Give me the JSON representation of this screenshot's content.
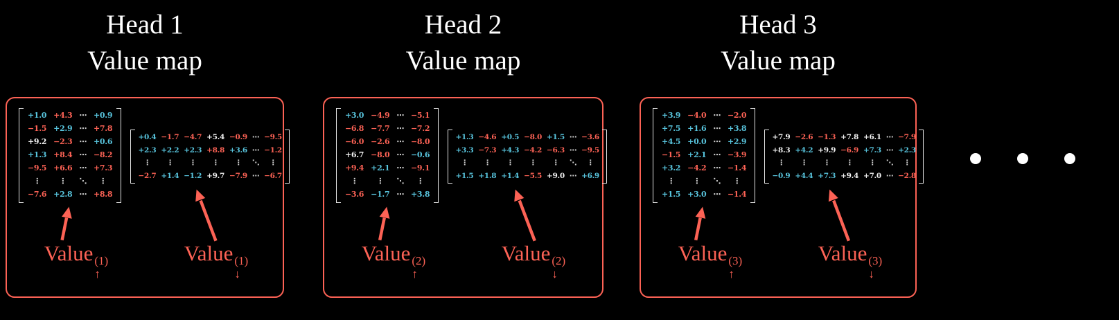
{
  "colors": {
    "background": "#000000",
    "panel_border": "#FC6255",
    "title_text": "#FFFFFF",
    "entry_blue": "#58C4DD",
    "entry_red": "#FC6255",
    "entry_white": "#F2F2F2",
    "matrix_dots": "#CFCFCF",
    "bracket": "#E6E6E6",
    "label_text": "#FC6255",
    "ellipsis_dot": "#FFFFFF"
  },
  "heads": [
    {
      "title_line1": "Head 1",
      "title_line2": "Value map",
      "label_word": "Value",
      "sup": "(1)",
      "up_arrow": "↑",
      "down_arrow": "↓",
      "matrix_up": [
        [
          [
            "+1.0",
            "b"
          ],
          [
            "+4.3",
            "r"
          ],
          [
            "⋯",
            "d"
          ],
          [
            "+0.9",
            "b"
          ]
        ],
        [
          [
            "−1.5",
            "r"
          ],
          [
            "+2.9",
            "b"
          ],
          [
            "⋯",
            "d"
          ],
          [
            "+7.8",
            "r"
          ]
        ],
        [
          [
            "+9.2",
            "w"
          ],
          [
            "−2.3",
            "r"
          ],
          [
            "⋯",
            "d"
          ],
          [
            "+0.6",
            "b"
          ]
        ],
        [
          [
            "+1.3",
            "b"
          ],
          [
            "+8.4",
            "r"
          ],
          [
            "⋯",
            "d"
          ],
          [
            "−8.2",
            "r"
          ]
        ],
        [
          [
            "−9.5",
            "r"
          ],
          [
            "+6.6",
            "r"
          ],
          [
            "⋯",
            "d"
          ],
          [
            "+7.3",
            "r"
          ]
        ],
        [
          [
            "⋮",
            "d"
          ],
          [
            "⋮",
            "d"
          ],
          [
            "⋱",
            "d"
          ],
          [
            "⋮",
            "d"
          ]
        ],
        [
          [
            "−7.6",
            "r"
          ],
          [
            "+2.8",
            "b"
          ],
          [
            "⋯",
            "d"
          ],
          [
            "+8.8",
            "r"
          ]
        ]
      ],
      "matrix_down": [
        [
          [
            "+0.4",
            "b"
          ],
          [
            "−1.7",
            "r"
          ],
          [
            "−4.7",
            "r"
          ],
          [
            "+5.4",
            "w"
          ],
          [
            "−0.9",
            "r"
          ],
          [
            "⋯",
            "d"
          ],
          [
            "−9.5",
            "r"
          ]
        ],
        [
          [
            "+2.3",
            "b"
          ],
          [
            "+2.2",
            "b"
          ],
          [
            "+2.3",
            "b"
          ],
          [
            "+8.8",
            "r"
          ],
          [
            "+3.6",
            "b"
          ],
          [
            "⋯",
            "d"
          ],
          [
            "−1.2",
            "r"
          ]
        ],
        [
          [
            "⋮",
            "d"
          ],
          [
            "⋮",
            "d"
          ],
          [
            "⋮",
            "d"
          ],
          [
            "⋮",
            "d"
          ],
          [
            "⋮",
            "d"
          ],
          [
            "⋱",
            "d"
          ],
          [
            "⋮",
            "d"
          ]
        ],
        [
          [
            "−2.7",
            "r"
          ],
          [
            "+1.4",
            "b"
          ],
          [
            "−1.2",
            "b"
          ],
          [
            "+9.7",
            "w"
          ],
          [
            "−7.9",
            "r"
          ],
          [
            "⋯",
            "d"
          ],
          [
            "−6.7",
            "r"
          ]
        ]
      ]
    },
    {
      "title_line1": "Head 2",
      "title_line2": "Value map",
      "label_word": "Value",
      "sup": "(2)",
      "up_arrow": "↑",
      "down_arrow": "↓",
      "matrix_up": [
        [
          [
            "+3.0",
            "b"
          ],
          [
            "−4.9",
            "r"
          ],
          [
            "⋯",
            "d"
          ],
          [
            "−5.1",
            "r"
          ]
        ],
        [
          [
            "−6.8",
            "r"
          ],
          [
            "−7.7",
            "r"
          ],
          [
            "⋯",
            "d"
          ],
          [
            "−7.2",
            "r"
          ]
        ],
        [
          [
            "−6.0",
            "r"
          ],
          [
            "−2.6",
            "r"
          ],
          [
            "⋯",
            "d"
          ],
          [
            "−8.0",
            "r"
          ]
        ],
        [
          [
            "+6.7",
            "w"
          ],
          [
            "−8.0",
            "r"
          ],
          [
            "⋯",
            "d"
          ],
          [
            "−0.6",
            "b"
          ]
        ],
        [
          [
            "+9.4",
            "r"
          ],
          [
            "+2.1",
            "b"
          ],
          [
            "⋯",
            "d"
          ],
          [
            "−9.1",
            "r"
          ]
        ],
        [
          [
            "⋮",
            "d"
          ],
          [
            "⋮",
            "d"
          ],
          [
            "⋱",
            "d"
          ],
          [
            "⋮",
            "d"
          ]
        ],
        [
          [
            "−3.6",
            "r"
          ],
          [
            "−1.7",
            "b"
          ],
          [
            "⋯",
            "d"
          ],
          [
            "+3.8",
            "b"
          ]
        ]
      ],
      "matrix_down": [
        [
          [
            "+1.3",
            "b"
          ],
          [
            "−4.6",
            "r"
          ],
          [
            "+0.5",
            "b"
          ],
          [
            "−8.0",
            "r"
          ],
          [
            "+1.5",
            "b"
          ],
          [
            "⋯",
            "d"
          ],
          [
            "−3.6",
            "r"
          ]
        ],
        [
          [
            "+3.3",
            "b"
          ],
          [
            "−7.3",
            "r"
          ],
          [
            "+4.3",
            "b"
          ],
          [
            "−4.2",
            "r"
          ],
          [
            "−6.3",
            "r"
          ],
          [
            "⋯",
            "d"
          ],
          [
            "−9.5",
            "r"
          ]
        ],
        [
          [
            "⋮",
            "d"
          ],
          [
            "⋮",
            "d"
          ],
          [
            "⋮",
            "d"
          ],
          [
            "⋮",
            "d"
          ],
          [
            "⋮",
            "d"
          ],
          [
            "⋱",
            "d"
          ],
          [
            "⋮",
            "d"
          ]
        ],
        [
          [
            "+1.5",
            "b"
          ],
          [
            "+1.8",
            "b"
          ],
          [
            "+1.4",
            "b"
          ],
          [
            "−5.5",
            "r"
          ],
          [
            "+9.0",
            "w"
          ],
          [
            "⋯",
            "d"
          ],
          [
            "+6.9",
            "b"
          ]
        ]
      ]
    },
    {
      "title_line1": "Head 3",
      "title_line2": "Value map",
      "label_word": "Value",
      "sup": "(3)",
      "up_arrow": "↑",
      "down_arrow": "↓",
      "matrix_up": [
        [
          [
            "+3.9",
            "b"
          ],
          [
            "−4.0",
            "r"
          ],
          [
            "⋯",
            "d"
          ],
          [
            "−2.0",
            "r"
          ]
        ],
        [
          [
            "+7.5",
            "b"
          ],
          [
            "+1.6",
            "b"
          ],
          [
            "⋯",
            "d"
          ],
          [
            "+3.8",
            "b"
          ]
        ],
        [
          [
            "+4.5",
            "b"
          ],
          [
            "+0.0",
            "b"
          ],
          [
            "⋯",
            "d"
          ],
          [
            "+2.9",
            "b"
          ]
        ],
        [
          [
            "−1.5",
            "r"
          ],
          [
            "+2.1",
            "b"
          ],
          [
            "⋯",
            "d"
          ],
          [
            "−3.9",
            "r"
          ]
        ],
        [
          [
            "+3.2",
            "b"
          ],
          [
            "−4.2",
            "r"
          ],
          [
            "⋯",
            "d"
          ],
          [
            "−1.4",
            "r"
          ]
        ],
        [
          [
            "⋮",
            "d"
          ],
          [
            "⋮",
            "d"
          ],
          [
            "⋱",
            "d"
          ],
          [
            "⋮",
            "d"
          ]
        ],
        [
          [
            "+1.5",
            "b"
          ],
          [
            "+3.0",
            "b"
          ],
          [
            "⋯",
            "d"
          ],
          [
            "−1.4",
            "r"
          ]
        ]
      ],
      "matrix_down": [
        [
          [
            "+7.9",
            "w"
          ],
          [
            "−2.6",
            "r"
          ],
          [
            "−1.3",
            "r"
          ],
          [
            "+7.8",
            "w"
          ],
          [
            "+6.1",
            "w"
          ],
          [
            "⋯",
            "d"
          ],
          [
            "−7.9",
            "r"
          ]
        ],
        [
          [
            "+8.3",
            "w"
          ],
          [
            "+4.2",
            "b"
          ],
          [
            "+9.9",
            "w"
          ],
          [
            "−6.9",
            "r"
          ],
          [
            "+7.3",
            "b"
          ],
          [
            "⋯",
            "d"
          ],
          [
            "+2.3",
            "b"
          ]
        ],
        [
          [
            "⋮",
            "d"
          ],
          [
            "⋮",
            "d"
          ],
          [
            "⋮",
            "d"
          ],
          [
            "⋮",
            "d"
          ],
          [
            "⋮",
            "d"
          ],
          [
            "⋱",
            "d"
          ],
          [
            "⋮",
            "d"
          ]
        ],
        [
          [
            "−0.9",
            "b"
          ],
          [
            "+4.4",
            "b"
          ],
          [
            "+7.3",
            "b"
          ],
          [
            "+9.4",
            "w"
          ],
          [
            "+7.0",
            "w"
          ],
          [
            "⋯",
            "d"
          ],
          [
            "−2.8",
            "r"
          ]
        ]
      ]
    }
  ]
}
